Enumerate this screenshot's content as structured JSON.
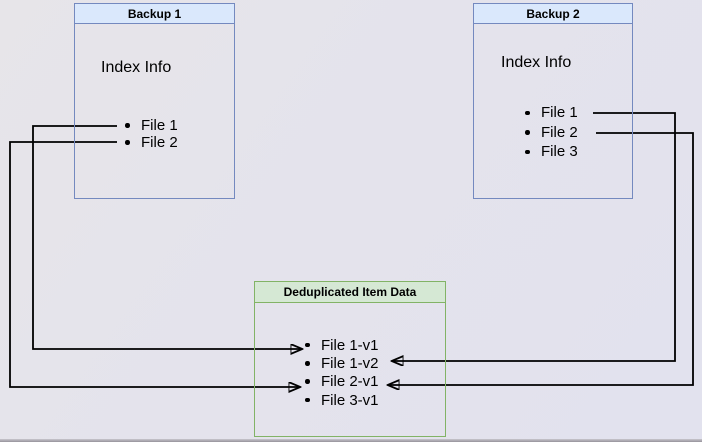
{
  "diagram": {
    "backup1": {
      "title": "Backup 1",
      "subtitle": "Index Info",
      "files": [
        "File 1",
        "File 2"
      ]
    },
    "backup2": {
      "title": "Backup 2",
      "subtitle": "Index Info",
      "files": [
        "File 1",
        "File 2",
        "File 3"
      ]
    },
    "dedup": {
      "title": "Deduplicated Item Data",
      "items": [
        "File 1-v1",
        "File 1-v2",
        "File 2-v1",
        "File 3-v1"
      ]
    },
    "edges": [
      {
        "from": "Backup 1 / File 1",
        "to": "File 1-v1"
      },
      {
        "from": "Backup 1 / File 2",
        "to": "File 2-v1"
      },
      {
        "from": "Backup 2 / File 1",
        "to": "File 1-v2"
      },
      {
        "from": "Backup 2 / File 2",
        "to": "File 2-v1"
      }
    ]
  },
  "colors": {
    "blue_border": "#7489bf",
    "blue_fill": "#dae8fc",
    "green_border": "#82b366",
    "green_fill": "#d5e8d4",
    "line": "#000000",
    "background": "#e7e5e9"
  }
}
